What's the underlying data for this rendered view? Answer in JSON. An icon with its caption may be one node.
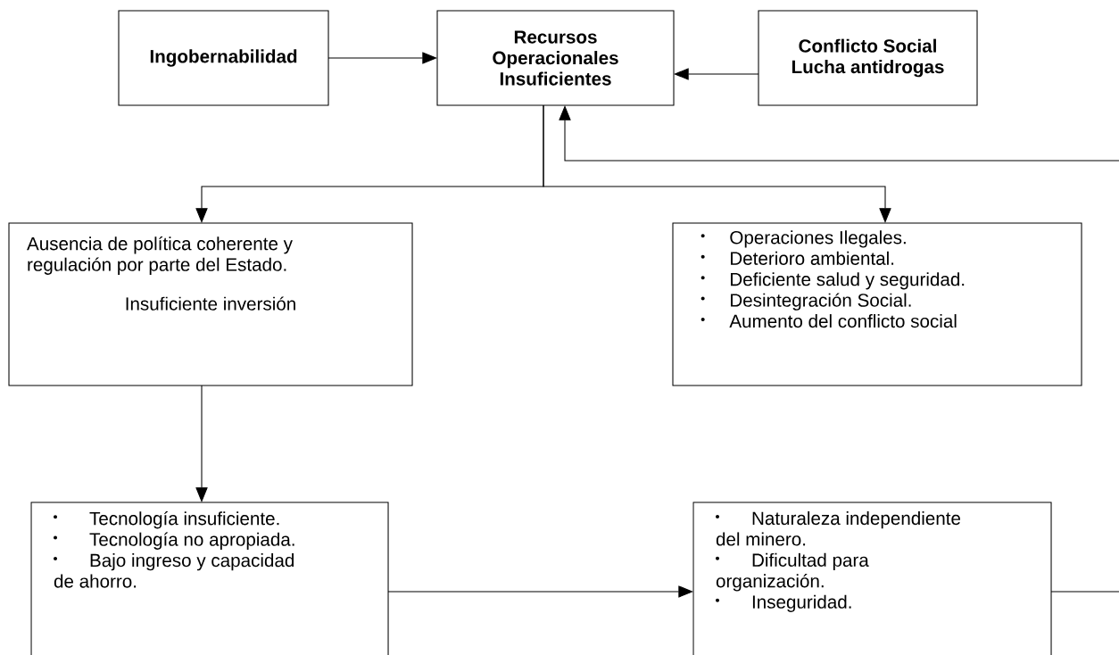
{
  "diagram": {
    "nodes": [
      {
        "text": [
          "Ingobernabilidad"
        ]
      },
      {
        "text": [
          "Recursos Operacionales Insuficientes"
        ]
      },
      {
        "text": [
          "Conflicto Social",
          "Lucha antidrogas"
        ]
      },
      {
        "text": [
          "Ausencia de política coherente y regulación por parte del Estado.",
          "Insuficiente inversión"
        ]
      },
      {
        "text": [
          "Operaciones Ilegales.",
          "Deterioro ambiental.",
          "Deficiente salud y seguridad.",
          "Desintegración Social.",
          "Aumento del conflicto social"
        ]
      },
      {
        "text": [
          "Tecnología insuficiente.",
          "Tecnología no apropiada.",
          "Bajo ingreso y capacidad de ahorro."
        ]
      },
      {
        "text": [
          "Naturaleza independiente del minero.",
          "Dificultad para organización.",
          "Inseguridad."
        ]
      }
    ],
    "edges": [
      {
        "from": 0,
        "to": 1,
        "arrow": "to"
      },
      {
        "from": 2,
        "to": 1,
        "arrow": "to"
      },
      {
        "from": 1,
        "to": 3,
        "arrow": "to"
      },
      {
        "from": 1,
        "to": 4,
        "arrow": "to"
      },
      {
        "from": 3,
        "to": 5,
        "arrow": "to"
      },
      {
        "from": 5,
        "to": 6,
        "arrow": "to"
      },
      {
        "from": 6,
        "to": 1,
        "arrow": "to"
      }
    ]
  }
}
